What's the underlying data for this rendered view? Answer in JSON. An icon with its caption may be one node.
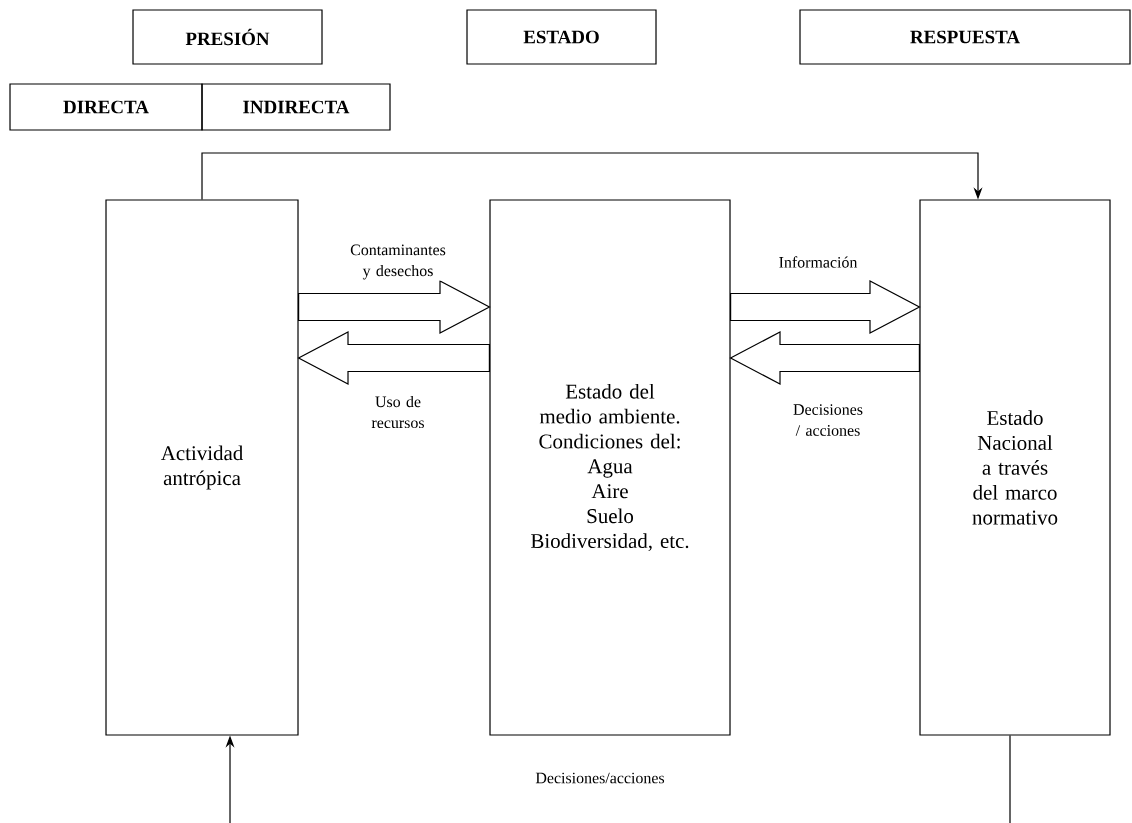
{
  "diagram": {
    "nodes": [
      {
        "text": [
          "PRESIÓN"
        ]
      },
      {
        "text": [
          "ESTADO"
        ]
      },
      {
        "text": [
          "RESPUESTA"
        ]
      },
      {
        "text": [
          "DIRECTA"
        ]
      },
      {
        "text": [
          "INDIRECTA"
        ]
      },
      {
        "text": [
          "Actividad antrópica"
        ]
      },
      {
        "text": [
          "Estado del medio ambiente.",
          "Condiciones del:",
          "Agua",
          "Aire",
          "Suelo",
          "Biodiversidad, etc."
        ]
      },
      {
        "text": [
          "Estado Nacional a través del marco normativo"
        ]
      }
    ],
    "edges": [
      {
        "from": 5,
        "to": 6,
        "arrow": "to",
        "label": "Contaminantes y desechos"
      },
      {
        "from": 6,
        "to": 5,
        "arrow": "to",
        "label": "Uso de recursos"
      },
      {
        "from": 6,
        "to": 7,
        "arrow": "to",
        "label": "Información"
      },
      {
        "from": 7,
        "to": 6,
        "arrow": "to",
        "label": "Decisiones / acciones"
      },
      {
        "from": 5,
        "to": 7,
        "arrow": "to"
      },
      {
        "from": 7,
        "to": 5,
        "arrow": "to",
        "label": "Decisiones/acciones"
      }
    ]
  }
}
